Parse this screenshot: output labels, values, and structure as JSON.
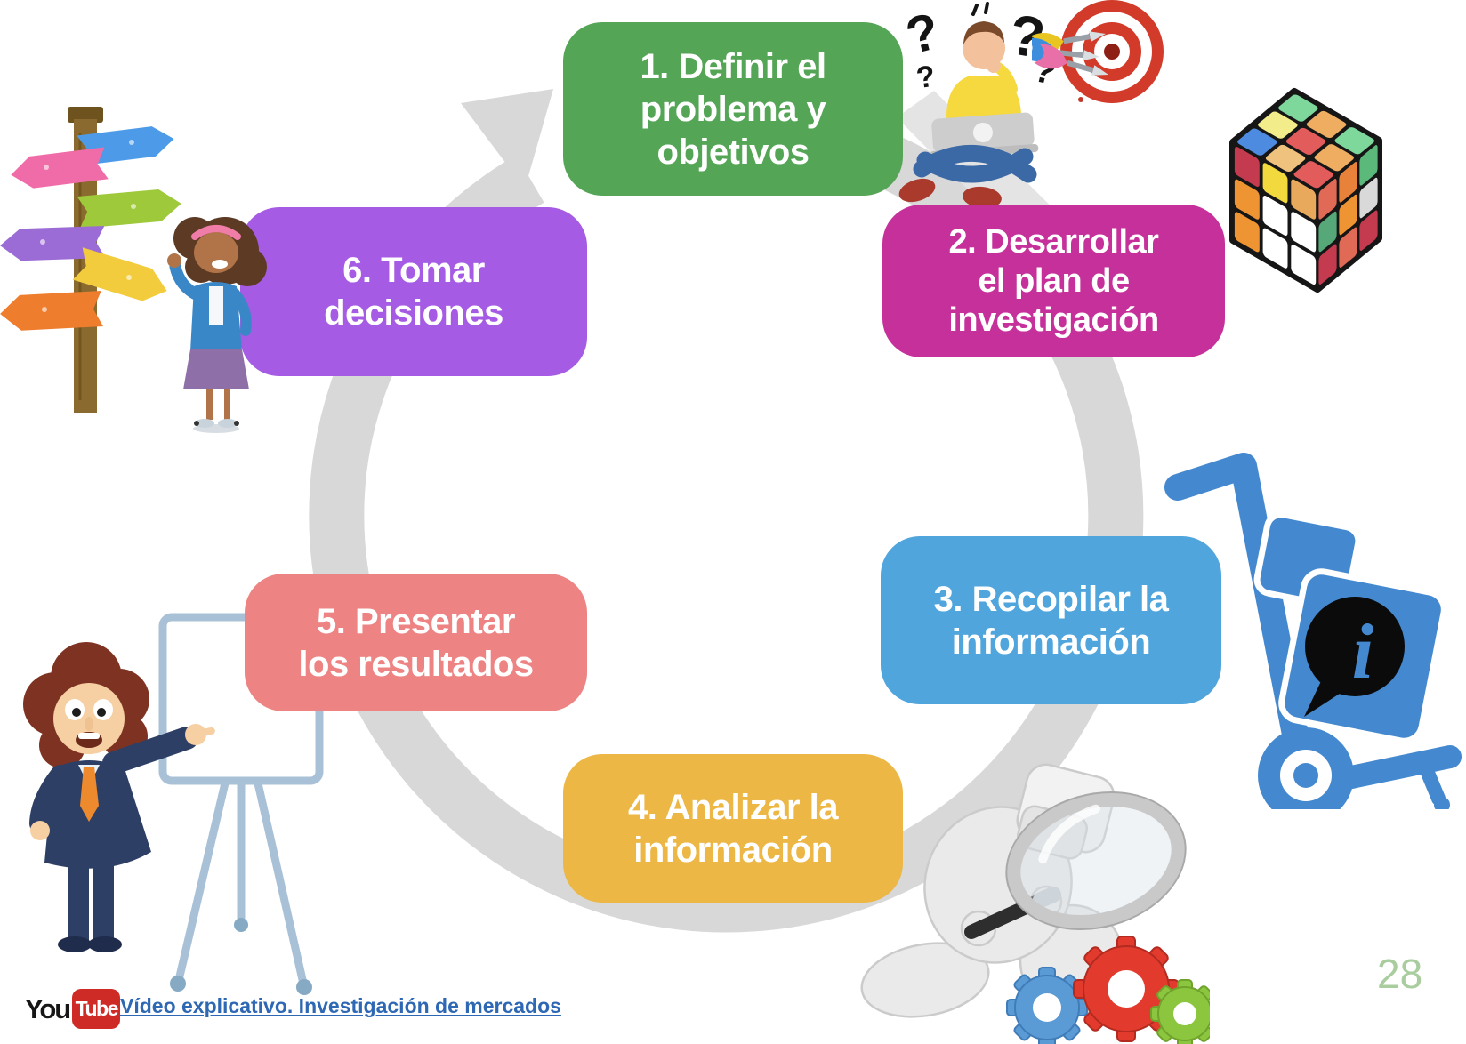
{
  "slide": {
    "page_number": "28",
    "page_number_color": "#A9CD9E"
  },
  "cycle": {
    "ring_color": "#D8D8D8",
    "steps": [
      {
        "label": "1. Definir el\nproblema y\nobjetivos",
        "color": "#55A556"
      },
      {
        "label": "2. Desarrollar\nel plan de\ninvestigación",
        "color": "#C5309A"
      },
      {
        "label": "3. Recopilar la\ninformación",
        "color": "#4FA5DC"
      },
      {
        "label": "4. Analizar la\ninformación",
        "color": "#ECB744"
      },
      {
        "label": "5. Presentar\nlos resultados",
        "color": "#EE8383"
      },
      {
        "label": "6. Tomar\ndecisiones",
        "color": "#A55BE3"
      }
    ]
  },
  "footer": {
    "youtube_you": "You",
    "youtube_tube": "Tube",
    "youtube_red": "#CE2A26",
    "link_text": "Vídeo explicativo. Investigación de mercados",
    "link_color": "#2E68B4"
  },
  "glyphs": {
    "question_mark": "?",
    "info": "i"
  },
  "palette": {
    "truck_blue": "#4489CF"
  }
}
